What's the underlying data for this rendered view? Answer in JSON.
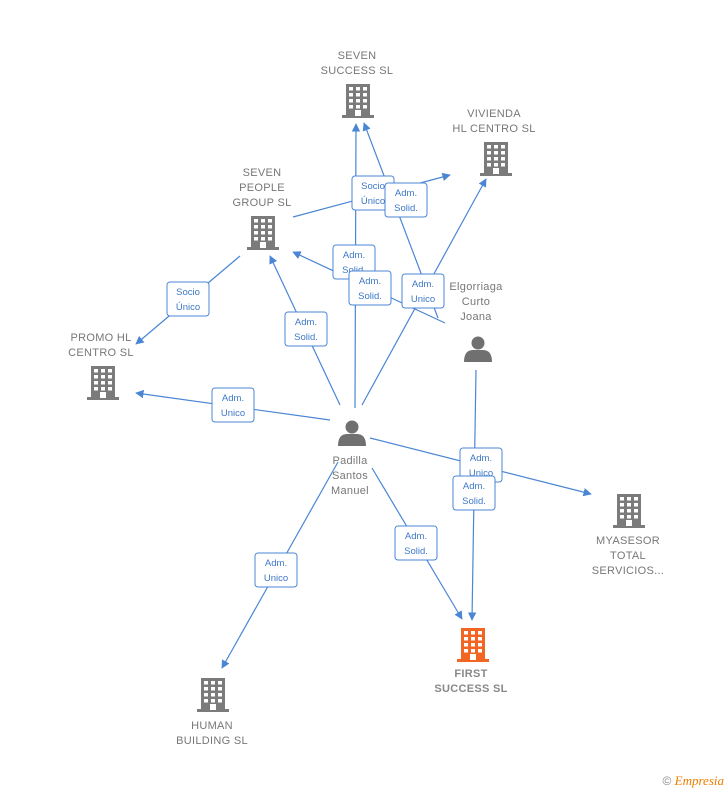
{
  "colors": {
    "edge": "#4a86d4",
    "company_icon": "#7b7b7b",
    "highlight_icon": "#f26522",
    "person_icon": "#707070"
  },
  "nodes": [
    {
      "id": "seven-success",
      "type": "company",
      "lines": [
        "SEVEN",
        "SUCCESS  SL"
      ]
    },
    {
      "id": "vivienda-hl",
      "type": "company",
      "lines": [
        "VIVIENDA",
        "HL CENTRO  SL"
      ]
    },
    {
      "id": "seven-people",
      "type": "company",
      "lines": [
        "SEVEN",
        "PEOPLE",
        "GROUP  SL"
      ]
    },
    {
      "id": "promo-hl",
      "type": "company",
      "lines": [
        "PROMO HL",
        "CENTRO  SL"
      ]
    },
    {
      "id": "elgorriaga",
      "type": "person",
      "lines": [
        "Elgorriaga",
        "Curto",
        "Joana"
      ]
    },
    {
      "id": "padilla",
      "type": "person",
      "lines": [
        "Padilla",
        "Santos",
        "Manuel"
      ]
    },
    {
      "id": "myasesor",
      "type": "company",
      "lines": [
        "MYASESOR",
        "TOTAL",
        "SERVICIOS..."
      ]
    },
    {
      "id": "first-success",
      "type": "company-highlight",
      "lines": [
        "FIRST",
        "SUCCESS  SL"
      ]
    },
    {
      "id": "human-building",
      "type": "company",
      "lines": [
        "HUMAN",
        "BUILDING  SL"
      ]
    }
  ],
  "edges": [
    {
      "from": "seven-people",
      "to": "vivienda-hl",
      "lines": [
        "Socio",
        "Único"
      ]
    },
    {
      "from": "elgorriaga",
      "to": "seven-success",
      "lines": [
        "Adm.",
        "Solid."
      ]
    },
    {
      "from": "padilla",
      "to": "seven-success",
      "lines": [
        "Adm.",
        "Solid."
      ]
    },
    {
      "from": "elgorriaga",
      "to": "seven-people",
      "lines": [
        "Adm.",
        "Solid."
      ]
    },
    {
      "from": "padilla",
      "to": "vivienda-hl",
      "lines": [
        "Adm.",
        "Unico"
      ]
    },
    {
      "from": "seven-people",
      "to": "promo-hl",
      "lines": [
        "Socio",
        "Único"
      ]
    },
    {
      "from": "padilla",
      "to": "seven-people",
      "lines": [
        "Adm.",
        "Solid."
      ]
    },
    {
      "from": "padilla",
      "to": "promo-hl",
      "lines": [
        "Adm.",
        "Unico"
      ]
    },
    {
      "from": "padilla",
      "to": "myasesor",
      "lines": [
        "Adm.",
        "Unico"
      ]
    },
    {
      "from": "elgorriaga",
      "to": "first-success",
      "lines": [
        "Adm.",
        "Solid."
      ]
    },
    {
      "from": "padilla",
      "to": "first-success",
      "lines": [
        "Adm.",
        "Solid."
      ]
    },
    {
      "from": "padilla",
      "to": "human-building",
      "lines": [
        "Adm.",
        "Unico"
      ]
    }
  ],
  "footer": {
    "copyright": "©",
    "brand": "Empresia"
  }
}
